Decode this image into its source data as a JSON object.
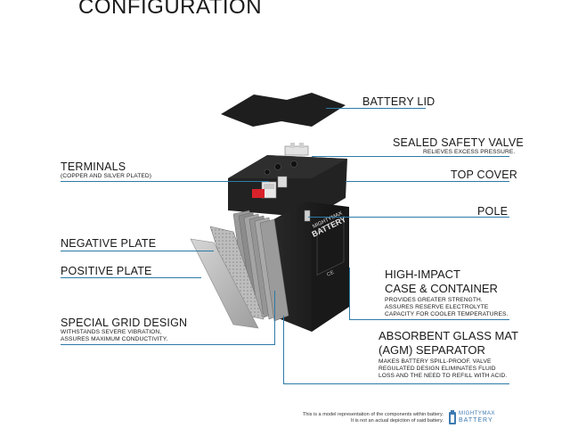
{
  "title": "CONFIGURATION",
  "labels": {
    "battery_lid": "BATTERY LID",
    "sealed_safety_valve": "SEALED SAFETY VALVE",
    "sealed_safety_valve_sub": "RELIEVES EXCESS PRESSURE.",
    "terminals": "TERMINALS",
    "terminals_sub": "(COPPER AND SILVER PLATED)",
    "top_cover": "TOP COVER",
    "pole": "POLE",
    "negative_plate": "NEGATIVE PLATE",
    "positive_plate": "POSITIVE PLATE",
    "high_impact_line1": "HIGH-IMPACT",
    "high_impact_line2": "CASE & CONTAINER",
    "high_impact_sub1": "PROVIDES GREATER STRENGTH.",
    "high_impact_sub2": "ASSURES RESERVE ELECTROLYTE",
    "high_impact_sub3": "CAPACITY FOR COOLER TEMPERATURES.",
    "special_grid": "SPECIAL GRID DESIGN",
    "special_grid_sub1": "WITHSTANDS SEVERE VIBRATION,",
    "special_grid_sub2": "ASSURES MAXIMUM CONDUCTIVITY.",
    "agm_line1": "ABSORBENT GLASS MAT",
    "agm_line2": "(AGM) SEPARATOR",
    "agm_sub1": "MAKES BATTERY SPILL-PROOF. VALVE",
    "agm_sub2": "REGULATED DESIGN ELIMINATES FLUID",
    "agm_sub3": "LOSS AND THE NEED TO REFILL WITH ACID."
  },
  "disclaimer": {
    "line1": "This is a model representation of the components within battery.",
    "line2": "It is not an actual depiction of said battery."
  },
  "logo": {
    "line1": "MIGHTYMAX",
    "line2": "BATTERY"
  },
  "battery_brand": {
    "line1": "MIGHTYMAX",
    "line2": "BATTERY"
  },
  "colors": {
    "leader_line": "#2d7aa8",
    "case": "#1c1c1c",
    "plate": "#b8b8b8",
    "terminal_red": "#d8222a"
  }
}
